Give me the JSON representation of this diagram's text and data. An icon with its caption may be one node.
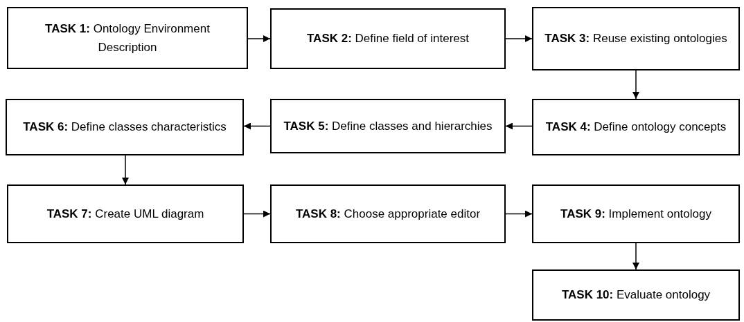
{
  "diagram": {
    "nodes": [
      {
        "text": [
          "**TASK 1:** Ontology Environment Description"
        ]
      },
      {
        "text": [
          "**TASK 2:** Define field of interest"
        ]
      },
      {
        "text": [
          "**TASK 3:** Reuse existing ontologies"
        ]
      },
      {
        "text": [
          "**TASK 4:** Define ontology concepts"
        ]
      },
      {
        "text": [
          "**TASK 5:** Define classes and hierarchies"
        ]
      },
      {
        "text": [
          "**TASK 6:** Define classes characteristics"
        ]
      },
      {
        "text": [
          "**TASK 7:** Create UML diagram"
        ]
      },
      {
        "text": [
          "**TASK 8:** Choose appropriate editor"
        ]
      },
      {
        "text": [
          "**TASK 9:** Implement ontology"
        ]
      },
      {
        "text": [
          "**TASK 10:** Evaluate ontology"
        ]
      }
    ],
    "edges": [
      {
        "from": 0,
        "to": 1,
        "arrow": "to"
      },
      {
        "from": 1,
        "to": 2,
        "arrow": "to"
      },
      {
        "from": 2,
        "to": 3,
        "arrow": "to"
      },
      {
        "from": 3,
        "to": 4,
        "arrow": "to"
      },
      {
        "from": 4,
        "to": 5,
        "arrow": "to"
      },
      {
        "from": 5,
        "to": 6,
        "arrow": "to"
      },
      {
        "from": 6,
        "to": 7,
        "arrow": "to"
      },
      {
        "from": 7,
        "to": 8,
        "arrow": "to"
      },
      {
        "from": 8,
        "to": 9,
        "arrow": "to"
      }
    ]
  }
}
